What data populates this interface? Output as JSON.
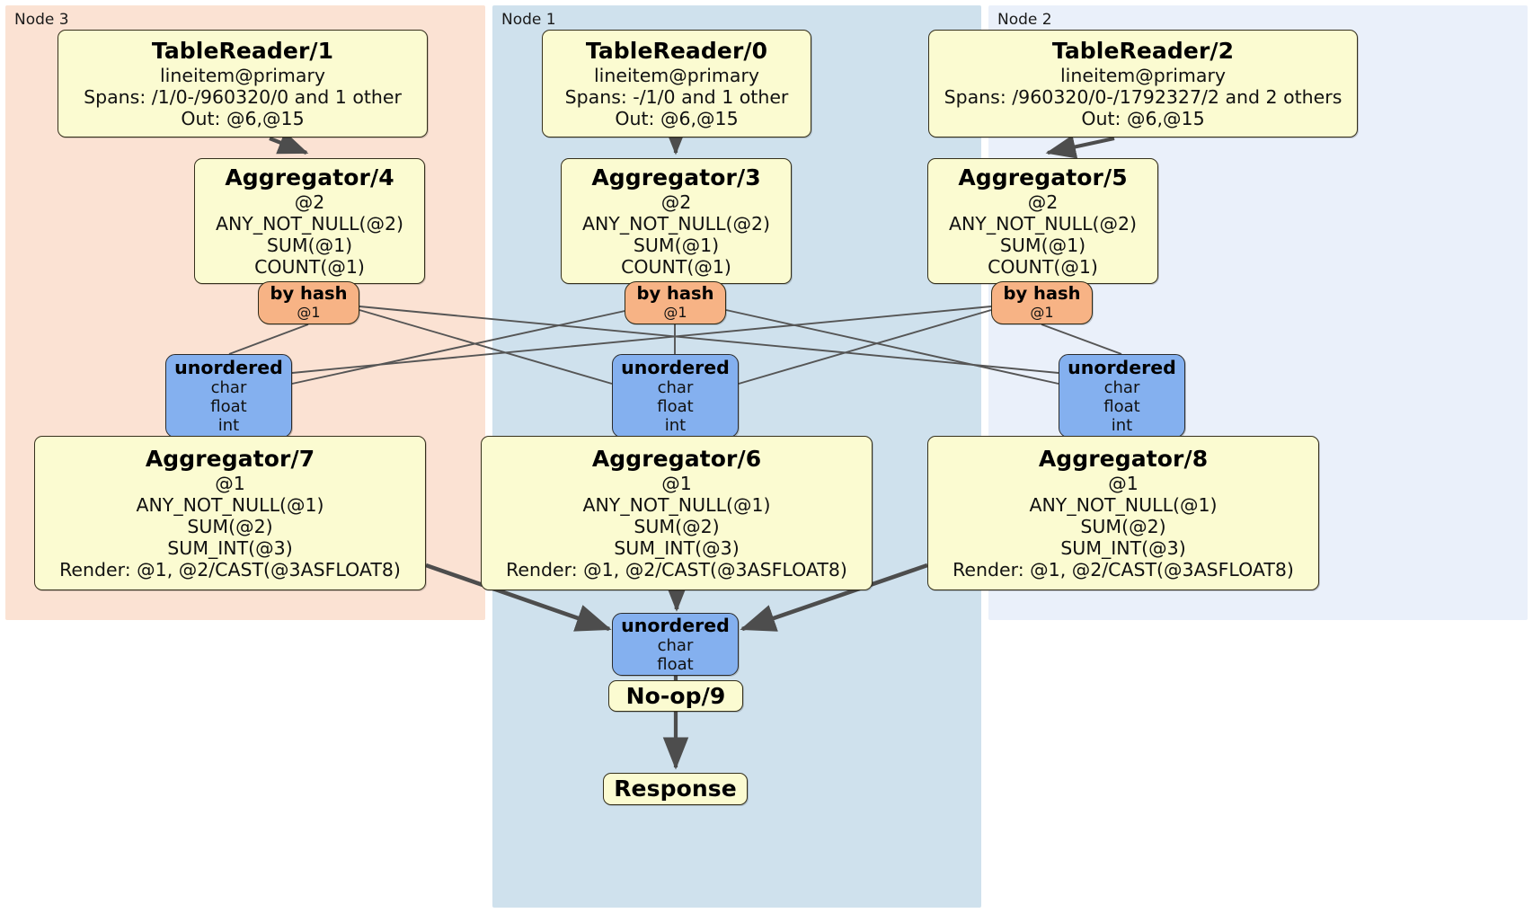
{
  "diagram": {
    "type": "distributed-query-plan",
    "colors": {
      "node3_panel": "#fbe2d3",
      "node1_panel": "#cfe1ed",
      "node2_panel": "#eaf0fa",
      "processor_box": "#fbfbd1",
      "router_box": "#f7b385",
      "inbox_box": "#84b0ef",
      "edge": "#4d4d4d"
    }
  },
  "panels": [
    {
      "id": "node3",
      "label": "Node 3"
    },
    {
      "id": "node1",
      "label": "Node 1"
    },
    {
      "id": "node2",
      "label": "Node 2"
    }
  ],
  "processors": {
    "table_reader_1": {
      "title": "TableReader/1",
      "lines": [
        "lineitem@primary",
        "Spans: /1/0-/960320/0 and 1 other",
        "Out: @6,@15"
      ]
    },
    "table_reader_0": {
      "title": "TableReader/0",
      "lines": [
        "lineitem@primary",
        "Spans: -/1/0 and 1 other",
        "Out: @6,@15"
      ]
    },
    "table_reader_2": {
      "title": "TableReader/2",
      "lines": [
        "lineitem@primary",
        "Spans: /960320/0-/1792327/2 and 2 others",
        "Out: @6,@15"
      ]
    },
    "aggregator_4": {
      "title": "Aggregator/4",
      "lines": [
        "@2",
        "ANY_NOT_NULL(@2)",
        "SUM(@1)",
        "COUNT(@1)"
      ]
    },
    "aggregator_3": {
      "title": "Aggregator/3",
      "lines": [
        "@2",
        "ANY_NOT_NULL(@2)",
        "SUM(@1)",
        "COUNT(@1)"
      ]
    },
    "aggregator_5": {
      "title": "Aggregator/5",
      "lines": [
        "@2",
        "ANY_NOT_NULL(@2)",
        "SUM(@1)",
        "COUNT(@1)"
      ]
    },
    "aggregator_7": {
      "title": "Aggregator/7",
      "lines": [
        "@1",
        "ANY_NOT_NULL(@1)",
        "SUM(@2)",
        "SUM_INT(@3)",
        "Render: @1, @2/CAST(@3ASFLOAT8)"
      ]
    },
    "aggregator_6": {
      "title": "Aggregator/6",
      "lines": [
        "@1",
        "ANY_NOT_NULL(@1)",
        "SUM(@2)",
        "SUM_INT(@3)",
        "Render: @1, @2/CAST(@3ASFLOAT8)"
      ]
    },
    "aggregator_8": {
      "title": "Aggregator/8",
      "lines": [
        "@1",
        "ANY_NOT_NULL(@1)",
        "SUM(@2)",
        "SUM_INT(@3)",
        "Render: @1, @2/CAST(@3ASFLOAT8)"
      ]
    },
    "no_op_9": {
      "title": "No-op/9"
    },
    "response": {
      "title": "Response"
    }
  },
  "routers": {
    "by_hash_4": {
      "title": "by hash",
      "lines": [
        "@1"
      ]
    },
    "by_hash_3": {
      "title": "by hash",
      "lines": [
        "@1"
      ]
    },
    "by_hash_5": {
      "title": "by hash",
      "lines": [
        "@1"
      ]
    }
  },
  "inboxes": {
    "unordered_7": {
      "title": "unordered",
      "lines": [
        "char",
        "float",
        "int"
      ]
    },
    "unordered_6": {
      "title": "unordered",
      "lines": [
        "char",
        "float",
        "int"
      ]
    },
    "unordered_8": {
      "title": "unordered",
      "lines": [
        "char",
        "float",
        "int"
      ]
    },
    "unordered_final": {
      "title": "unordered",
      "lines": [
        "char",
        "float"
      ]
    }
  }
}
